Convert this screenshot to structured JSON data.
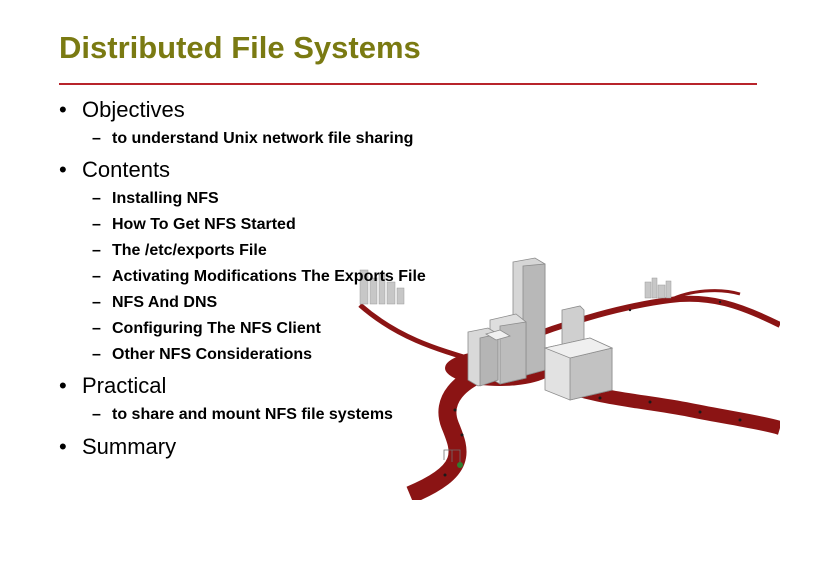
{
  "slide": {
    "title": "Distributed File Systems",
    "title_color": "#7a7a12",
    "rule_color": "#b8242b",
    "sections": [
      {
        "heading": "Objectives",
        "items": [
          "to understand Unix network file sharing"
        ]
      },
      {
        "heading": "Contents",
        "items": [
          "Installing NFS",
          "How To Get NFS Started",
          "The /etc/exports File",
          "Activating Modifications The Exports File",
          "NFS And DNS",
          "Configuring The NFS Client",
          "Other NFS Considerations"
        ]
      },
      {
        "heading": "Practical",
        "items": [
          "to share and mount NFS file systems"
        ]
      },
      {
        "heading": "Summary",
        "items": []
      }
    ],
    "bullet_glyph": "•",
    "dash_glyph": "–"
  },
  "illustration": {
    "name": "city-with-road-network",
    "road_color": "#8b1414"
  }
}
